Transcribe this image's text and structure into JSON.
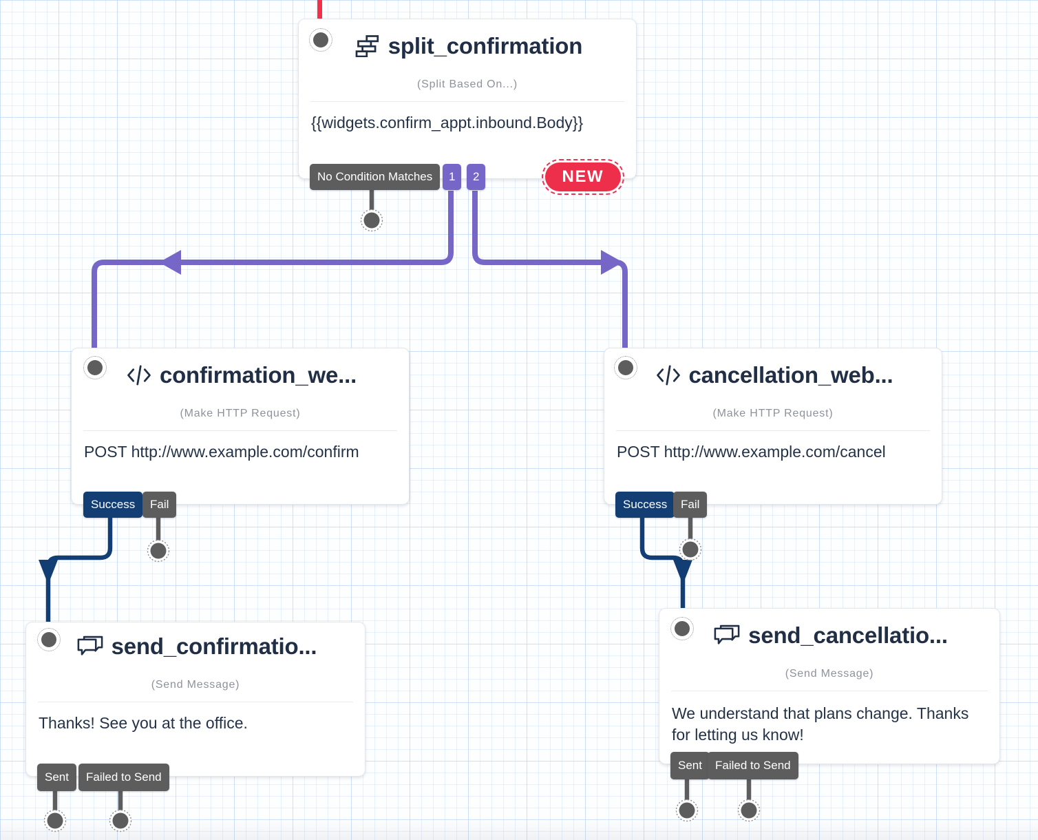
{
  "widgets": {
    "split_confirmation": {
      "title": "split_confirmation",
      "type_label": "(Split Based On...)",
      "body": "{{widgets.confirm_appt.inbound.Body}}",
      "transitions": {
        "no_match": "No Condition Matches",
        "match_1": "1",
        "match_2": "2"
      },
      "new_badge_label": "NEW"
    },
    "confirmation_webhook": {
      "title": "confirmation_we...",
      "type_label": "(Make HTTP Request)",
      "body": "POST http://www.example.com/confirm",
      "transitions": {
        "success": "Success",
        "fail": "Fail"
      }
    },
    "cancellation_webhook": {
      "title": "cancellation_web...",
      "type_label": "(Make HTTP Request)",
      "body": "POST http://www.example.com/cancel",
      "transitions": {
        "success": "Success",
        "fail": "Fail"
      }
    },
    "send_confirmation": {
      "title": "send_confirmatio...",
      "type_label": "(Send Message)",
      "body": "Thanks! See you at the office.",
      "transitions": {
        "sent": "Sent",
        "failed": "Failed to Send"
      }
    },
    "send_cancellation": {
      "title": "send_cancellatio...",
      "type_label": "(Send Message)",
      "body": "We understand that plans change. Thanks for letting us know!",
      "transitions": {
        "sent": "Sent",
        "failed": "Failed to Send"
      }
    }
  },
  "colors": {
    "connector_purple": "#7566c8",
    "connector_navy": "#123e74",
    "connector_gray": "#5d5d5d",
    "incoming_red": "#f2304a",
    "new_badge_red": "#ee2f4b",
    "success_tag_navy": "#123e74",
    "gray_tag": "#5d5d5d",
    "title_text": "#202f46"
  }
}
